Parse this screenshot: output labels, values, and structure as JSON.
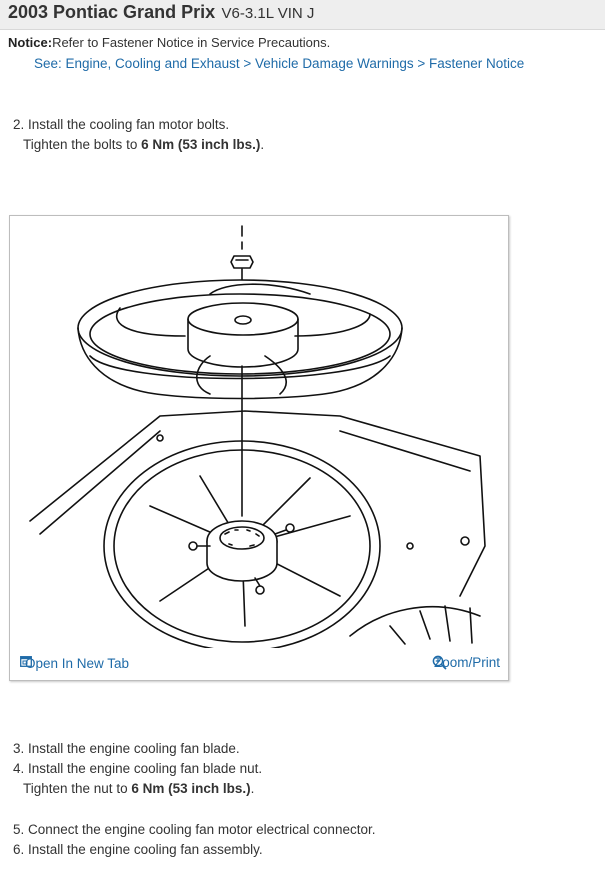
{
  "header": {
    "title": "2003 Pontiac Grand Prix",
    "subtitle": "V6-3.1L VIN J"
  },
  "notice": {
    "label": "Notice:",
    "text": "Refer to Fastener Notice in Service Precautions.",
    "link": "See: Engine, Cooling and Exhaust > Vehicle Damage Warnings > Fastener Notice"
  },
  "steps": [
    {
      "text": "2. Install the cooling fan motor bolts."
    },
    {
      "prefix": "Tighten the bolts to ",
      "spec": "6 Nm (53 inch lbs.)",
      "suffix": "."
    },
    {
      "text": "3. Install the engine cooling fan blade."
    },
    {
      "text": "4. Install the engine cooling fan blade nut."
    },
    {
      "prefix": "Tighten the nut to ",
      "spec": "6 Nm (53 inch lbs.)",
      "suffix": "."
    },
    {
      "text": "5. Connect the engine cooling fan motor electrical connector."
    },
    {
      "text": "6. Install the engine cooling fan assembly."
    }
  ],
  "figure": {
    "open_tab_label": "Open In New Tab",
    "open_tab_icon": "open-new-tab-icon",
    "zoom_label": "Zoom/Print",
    "zoom_icon": "zoom-icon"
  }
}
